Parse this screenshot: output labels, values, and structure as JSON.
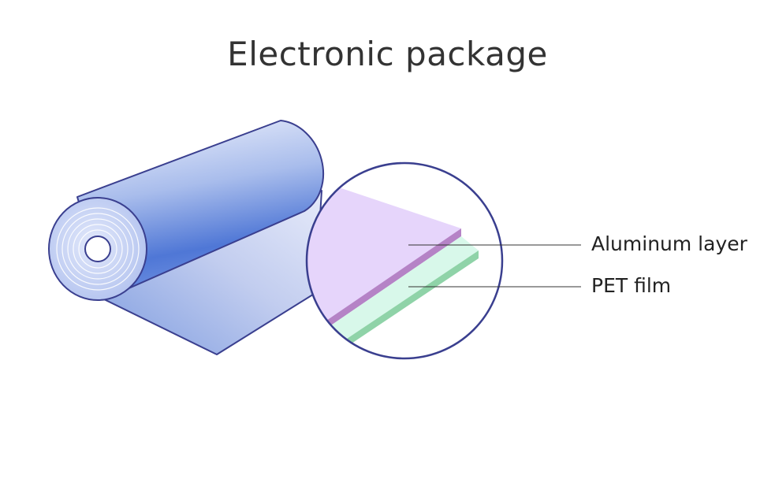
{
  "title": "Electronic package",
  "labels": {
    "aluminum": "Aluminum layer",
    "pet": "PET film"
  },
  "colors": {
    "outline": "#3a3f8f",
    "roll_light": "#eef0fb",
    "roll_dark": "#4f77d6",
    "aluminum_fill": "#e6d5fb",
    "aluminum_edge": "#b583c6",
    "pet_fill": "#d8f8ea",
    "pet_edge": "#8fd3a8"
  }
}
